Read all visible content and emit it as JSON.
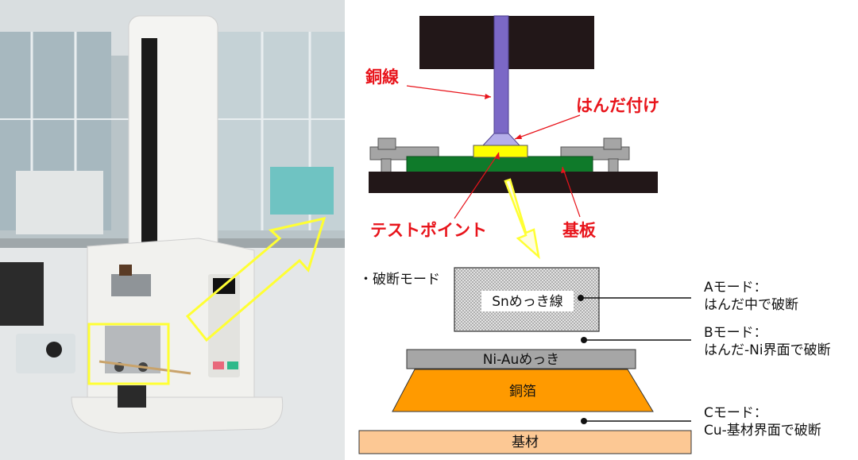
{
  "diagram": {
    "labels": {
      "copper_wire": "銅線",
      "solder": "はんだ付け",
      "test_point": "テストポイント",
      "substrate": "基板"
    },
    "fracture_title": "・破断モード",
    "layers": {
      "sn_wire": "Snめっき線",
      "ni_au": "Ni-Auめっき",
      "copper_foil": "銅箔",
      "base": "基材"
    },
    "modes": {
      "a_title": "Aモード：",
      "a_desc": "はんだ中で破断",
      "b_title": "Bモード：",
      "b_desc": "はんだ-Ni界面で破断",
      "c_title": "Cモード：",
      "c_desc": "Cu-基材界面で破断"
    },
    "colors": {
      "label_red": "#e8141b",
      "solder_yellow": "#ffff00",
      "wire_purple": "#7b68c6",
      "board_green": "#0f7a2a",
      "copper_orange": "#ff9a00",
      "base_peach": "#fcc894",
      "ni_gray": "#a6a6a6",
      "highlight_yellow": "#ffff33"
    }
  }
}
